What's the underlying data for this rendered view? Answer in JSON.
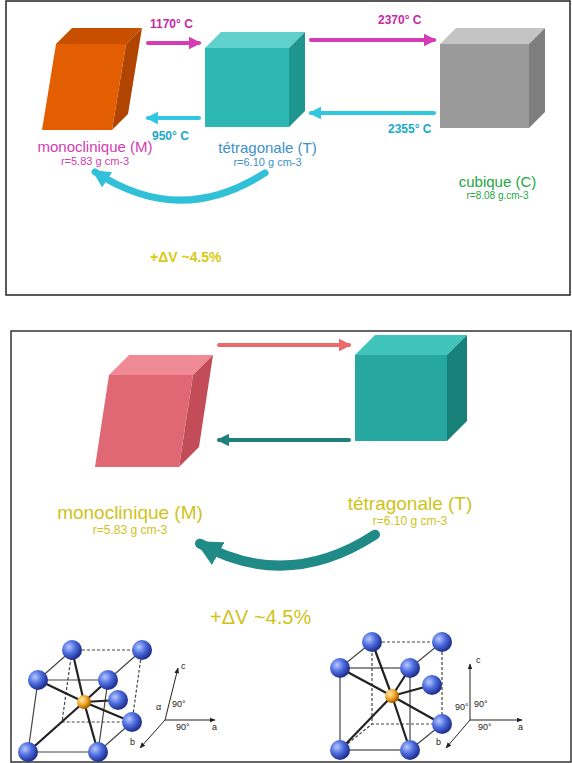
{
  "diagram": {
    "nodes": [
      {
        "text": [
          "monoclinique (M)",
          "r=5.83 g cm-3"
        ]
      },
      {
        "text": [
          "tétragonale (T)",
          "r=6.10 g cm-3"
        ]
      },
      {
        "text": [
          "cubique (C)",
          "r=8.08 g.cm-3"
        ]
      },
      {
        "text": [
          "monoclinique (M)",
          "r=5.83 g cm-3"
        ]
      },
      {
        "text": [
          "tétragonale (T)",
          "r=6.10 g cm-3"
        ]
      }
    ],
    "edges": [
      {
        "from": 0,
        "to": 1,
        "label": "1170° C",
        "arrow": "to"
      },
      {
        "from": 1,
        "to": 2,
        "label": "2370° C",
        "arrow": "to"
      },
      {
        "from": 2,
        "to": 1,
        "label": "2355° C",
        "arrow": "to"
      },
      {
        "from": 1,
        "to": 0,
        "label": "950° C",
        "arrow": "to"
      },
      {
        "from": 1,
        "to": 0,
        "label": "+ΔV ~4.5%",
        "arrow": "to"
      },
      {
        "from": 3,
        "to": 4,
        "arrow": "to"
      },
      {
        "from": 4,
        "to": 3,
        "arrow": "to"
      },
      {
        "from": 4,
        "to": 3,
        "label": "+ΔV ~4.5%",
        "arrow": "to"
      }
    ],
    "labels": [
      "c",
      "90°",
      "α",
      "a",
      "90°",
      "b",
      "c",
      "90°",
      "90°",
      "a",
      "90°",
      "b"
    ]
  }
}
